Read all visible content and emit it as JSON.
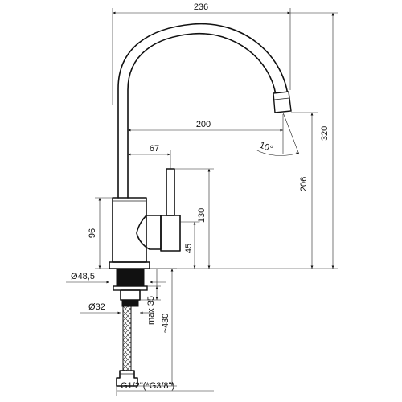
{
  "dimensions": {
    "overall_width": "236",
    "height_total": "320",
    "spout_reach": "200",
    "body_to_lever": "67",
    "spout_height": "206",
    "lever_height": "130",
    "body_height": "96",
    "handle_height": "45",
    "spout_angle": "10°",
    "base_diameter": "48,5",
    "shank_diameter": "32",
    "max_thickness": "max 35",
    "hose_length": "~430",
    "thread": "G1/2\"(*G3/8\")"
  },
  "symbols": {
    "diameter": "Ø"
  },
  "colors": {
    "line": "#111111",
    "background": "#ffffff"
  }
}
